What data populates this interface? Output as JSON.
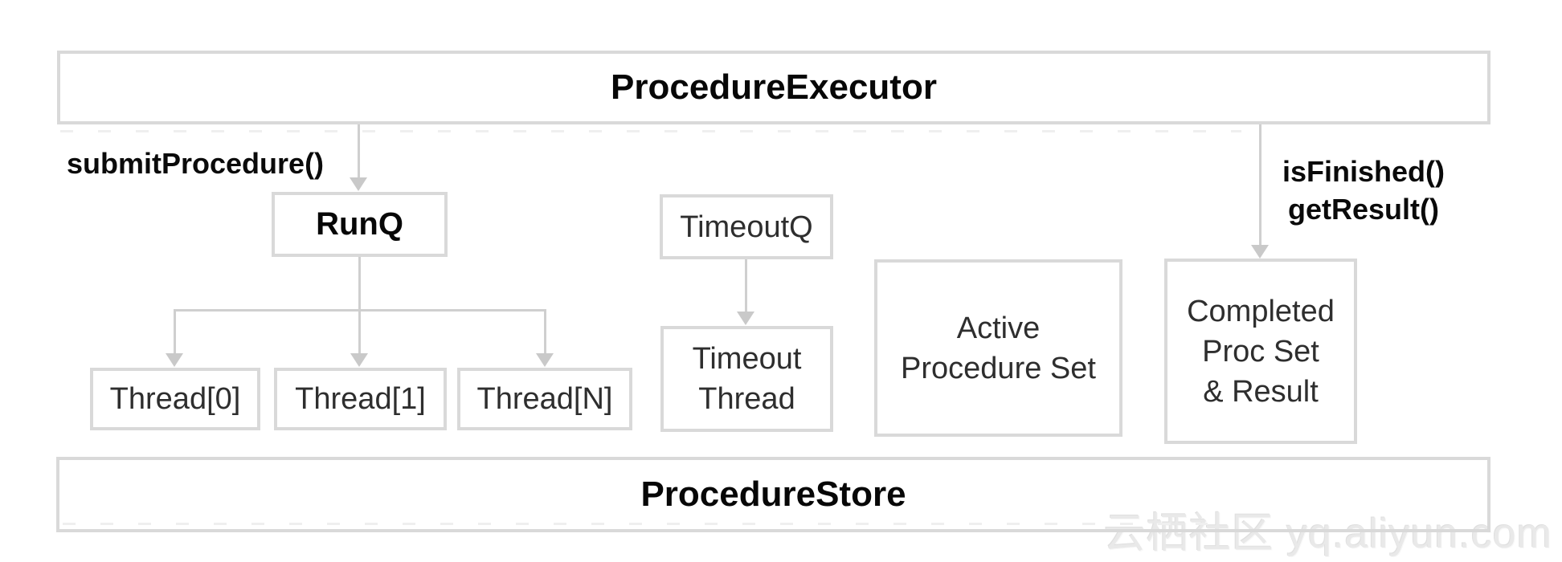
{
  "colors": {
    "background": "#ffffff",
    "node_border": "#d9d9d9",
    "arrow": "#cfcfcf",
    "text_regular": "#2e2e2e",
    "text_bold": "#070707",
    "watermark": "#e9e9e9"
  },
  "nodes": {
    "executor": {
      "label": "ProcedureExecutor"
    },
    "runq": {
      "label": "RunQ"
    },
    "timeoutq": {
      "label": "TimeoutQ"
    },
    "thread0": {
      "label": "Thread[0]"
    },
    "thread1": {
      "label": "Thread[1]"
    },
    "threadN": {
      "label": "Thread[N]"
    },
    "timeout_thread": {
      "lines": [
        "Timeout",
        "Thread"
      ]
    },
    "active_set": {
      "lines": [
        "Active",
        "Procedure Set"
      ]
    },
    "completed_set": {
      "lines": [
        "Completed",
        "Proc Set",
        "& Result"
      ]
    },
    "store": {
      "label": "ProcedureStore"
    }
  },
  "edge_labels": {
    "submit": "submitProcedure()",
    "is_finished": "isFinished()",
    "get_result": "getResult()"
  },
  "watermark": "云栖社区 yq.aliyun.com"
}
